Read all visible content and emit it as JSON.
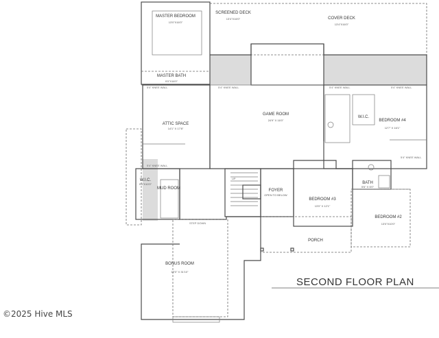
{
  "plan_title": "SECOND FLOOR PLAN",
  "watermark": "©2025 Hive MLS",
  "rooms": {
    "master_bedroom": {
      "name": "MASTER BEDROOM",
      "dims": "13'0\"X16'0\""
    },
    "screened_deck": {
      "name": "SCREENED DECK",
      "dims": "13'4\"X16'0\""
    },
    "cover_deck": {
      "name": "COVER DECK",
      "dims": "13'4\"X16'0\""
    },
    "master_bath": {
      "name": "MASTER BATH",
      "dims": "9'0\"X16'0\""
    },
    "attic_space": {
      "name": "ATTIC SPACE",
      "dims": "14'1\" X 17'8\""
    },
    "game_room": {
      "name": "GAME ROOM",
      "dims": "24'9\" X 16'0\""
    },
    "bedroom4": {
      "name": "BEDROOM #4",
      "dims": "12'7\" X 16'1\""
    },
    "wic_upper": {
      "name": "W.I.C."
    },
    "wic_left": {
      "name": "W.I.C.",
      "dims": "9'0\"X10'0\""
    },
    "mud_room": {
      "name": "MUD ROOM"
    },
    "foyer": {
      "name": "FOYER",
      "note": "OPEN TO BELOW"
    },
    "bedroom3": {
      "name": "BEDROOM #3",
      "dims": "13'0\" X 12'1\""
    },
    "bath": {
      "name": "BATH",
      "dims": "5'6\" X 6'0\""
    },
    "bedroom2": {
      "name": "BEDROOM #2",
      "dims": "13'0\"X10'0\""
    },
    "porch": {
      "name": "PORCH"
    },
    "bonus_room": {
      "name": "BONUS ROOM",
      "dims": "12'0\" X 31'10\""
    }
  },
  "notes": {
    "knee_wall": "5'4\" KNEE WALL",
    "step_down": "STEP DOWN",
    "up": "UP"
  }
}
